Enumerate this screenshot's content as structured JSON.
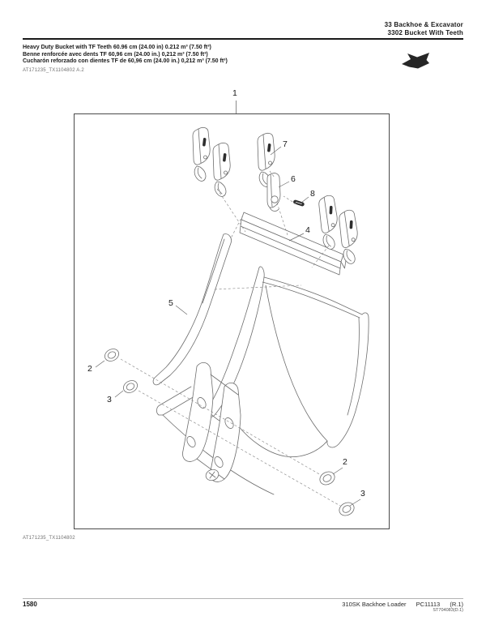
{
  "header": {
    "section": "33 Backhoe & Excavator",
    "subsection": "3302 Bucket With Teeth"
  },
  "description": {
    "line_en": "Heavy Duty Bucket with TF Teeth 60.96 cm (24.00 in) 0.212 m³ (7.50 ft³)",
    "line_fr": "Benne renforcée avec dents TF 60,96 cm (24.00 in.) 0,212 m³ (7.50 ft³)",
    "line_es": "Cucharón reforzado con dientes TF de 60,96 cm (24.00 in.) 0,212 m³ (7.50 ft³)",
    "reference": "AT171235_TX1104802 A.2"
  },
  "figure": {
    "image_label": "AT171235_TX1104802",
    "callouts": [
      "1",
      "2",
      "3",
      "4",
      "5",
      "6",
      "7",
      "8"
    ]
  },
  "icons": {
    "nav_arrow": "page-turn-arrow-icon"
  },
  "footer": {
    "page_number": "1580",
    "model": "310SK Backhoe Loader",
    "catalog": "PC11113",
    "revision": "(R.1)",
    "doc_code": "ST704083(D.1)"
  },
  "colors": {
    "ink": "#1a1a1a",
    "line_art": "#6e6e6e",
    "muted": "#707070"
  }
}
